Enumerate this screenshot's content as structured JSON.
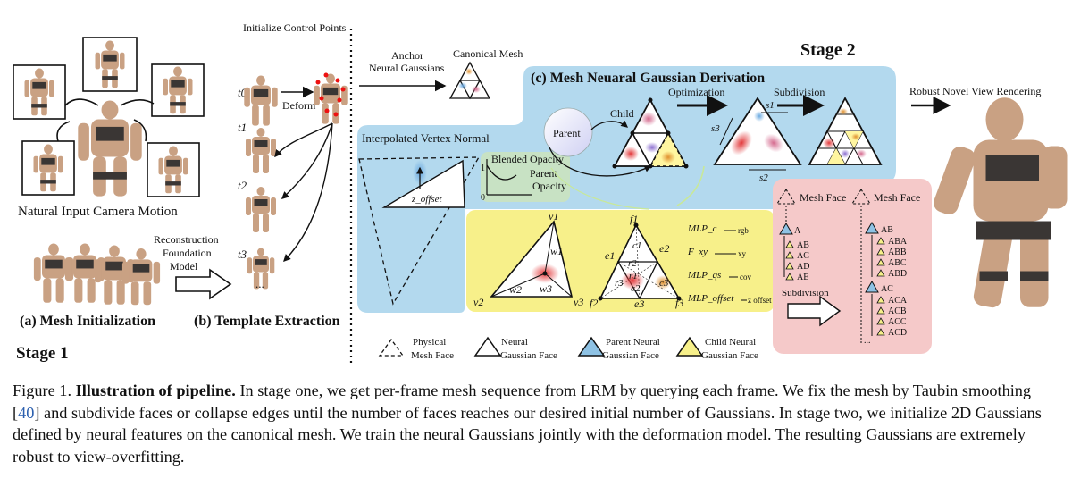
{
  "stage1": {
    "camera_motion_label": "Natural Input Camera Motion",
    "reconstruction_label_1": "Reconstruction",
    "reconstruction_label_2": "Foundation",
    "reconstruction_label_3": "Model",
    "mesh_init_label": "(a) Mesh Initialization",
    "template_label": "(b) Template Extraction",
    "stage_title": "Stage 1",
    "init_control_points": "Initialize Control Points",
    "deform_label": "Deform",
    "time_labels": [
      "t0",
      "t1",
      "t2",
      "t3"
    ],
    "ellipsis": "..."
  },
  "stage2": {
    "stage_title": "Stage 2",
    "anchor_label_1": "Anchor",
    "anchor_label_2": "Neural Gaussians",
    "canonical_mesh_label": "Canonical Mesh",
    "derivation_title": "(c) Mesh Neuaral Gaussian Derivation",
    "optimization_label": "Optimization",
    "subdivision_label": "Subdivision",
    "child_label": "Child",
    "parent_label": "Parent",
    "interpolated_normal_label": "Interpolated Vertex Normal",
    "blended_opacity_label": "Blended Opacity",
    "parent_opacity_label_1": "Parent",
    "parent_opacity_label_2": "Opacity",
    "axis_one": "1",
    "axis_zero": "0",
    "z_offset_label": "z_offset",
    "s_labels": [
      "s1",
      "s2",
      "s3"
    ],
    "robust_rendering_label": "Robust Novel View Rendering",
    "v_labels": [
      "v1",
      "v2",
      "v3"
    ],
    "w_labels": [
      "w1",
      "w2",
      "w3"
    ],
    "f_labels": [
      "f1",
      "f2",
      "f3"
    ],
    "e_labels": [
      "e1",
      "e2",
      "e3"
    ],
    "c_labels": [
      "c1",
      "c2",
      "c3"
    ],
    "r_labels": [
      "r1",
      "r2",
      "r3"
    ],
    "mlp_rows": [
      {
        "name": "MLP_c",
        "out": "rgb"
      },
      {
        "name": "F_xy",
        "out": "xy"
      },
      {
        "name": "MLP_qs",
        "out": "cov"
      },
      {
        "name": "MLP_offset",
        "out": "z offset"
      }
    ],
    "tree": {
      "mesh_face_label": "Mesh Face",
      "subdivision_label": "Subdivision",
      "left_root": "A",
      "left_children": [
        "AB",
        "AC",
        "AD",
        "AE"
      ],
      "right_nodes": [
        {
          "name": "AB",
          "children": [
            "ABA",
            "ABB",
            "ABC",
            "ABD"
          ]
        },
        {
          "name": "AC",
          "children": [
            "ACA",
            "ACB",
            "ACC",
            "ACD"
          ]
        }
      ],
      "ellipsis": "..."
    }
  },
  "legend": [
    {
      "line1": "Physical",
      "line2": "Mesh Face",
      "style": "dashed"
    },
    {
      "line1": "Neural",
      "line2": "Gaussian Face",
      "style": "solid"
    },
    {
      "line1": "Parent Neural",
      "line2": "Gaussian Face",
      "style": "blue"
    },
    {
      "line1": "Child Neural",
      "line2": "Gaussian Face",
      "style": "yellow"
    }
  ],
  "caption": {
    "prefix": "Figure 1. ",
    "bold": "Illustration of pipeline.",
    "text_1": " In stage one, we get per-frame mesh sequence from LRM by querying each frame. We fix the mesh by Taubin smoothing [",
    "cite": "40",
    "text_2": "] and subdivide faces or collapse edges until the number of faces reaches our desired initial number of Gaussians. In stage two, we initialize 2D Gaussians defined by neural features on the canonical mesh. We train the neural Gaussians jointly with the deformation model. The resulting Gaussians are extremely robust to view-overfitting."
  },
  "colors": {
    "blue_panel": "#b3d9ee",
    "yellow_panel": "#f7f08a",
    "pink_panel": "#f5c9c9",
    "green_box": "#c8e2c4",
    "cite": "#2b5fae",
    "robot_skin": "#c9a183",
    "robot_dark": "#3a3634"
  }
}
